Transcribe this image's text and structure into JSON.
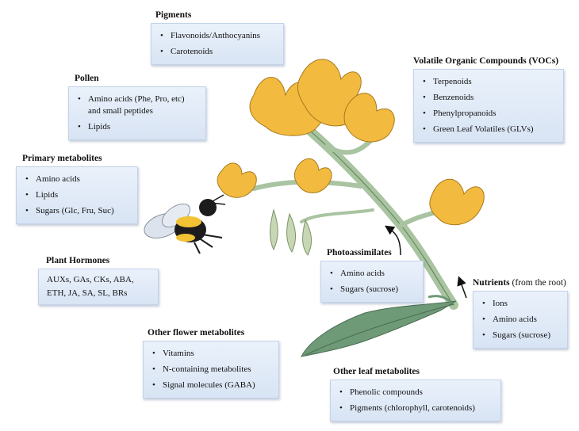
{
  "groups": {
    "pigments": {
      "title": "Pigments",
      "items": [
        "Flavonoids/Anthocyanins",
        "Carotenoids"
      ]
    },
    "vocs": {
      "title": "Volatile Organic Compounds (VOCs)",
      "items": [
        "Terpenoids",
        "Benzenoids",
        "Phenylpropanoids",
        "Green Leaf Volatiles (GLVs)"
      ]
    },
    "pollen": {
      "title": "Pollen",
      "items": [
        "Amino acids (Phe, Pro, etc) and small peptides",
        "Lipids"
      ]
    },
    "primary": {
      "title": "Primary metabolites",
      "items": [
        "Amino acids",
        "Lipids",
        "Sugars (Glc, Fru, Suc)"
      ]
    },
    "hormones": {
      "title": "Plant Hormones",
      "lines": [
        "AUXs, GAs, CKs, ABA,",
        "ETH, JA, SA, SL, BRs"
      ]
    },
    "photo": {
      "title": "Photoassimilates",
      "items": [
        "Amino acids",
        "Sugars (sucrose)"
      ]
    },
    "nutrients": {
      "title": "Nutrients",
      "note": "(from the root)",
      "items": [
        "Ions",
        "Amino acids",
        "Sugars (sucrose)"
      ]
    },
    "otherflower": {
      "title": "Other flower metabolites",
      "items": [
        "Vitamins",
        "N-containing metabolites",
        "Signal molecules (GABA)"
      ]
    },
    "otherleaf": {
      "title": "Other leaf metabolites",
      "items": [
        "Phenolic compounds",
        "Pigments (chlorophyll, carotenoids)"
      ]
    }
  },
  "colors": {
    "stem": "#a9c4a0",
    "leaf": "#6f9a78",
    "petal": "#f2bb3f",
    "sepal": "#c7d6b4",
    "bee_yellow": "#f0c234",
    "bee_black": "#1c1c1c",
    "wing": "#dde3ec"
  },
  "icons": [
    "bumblebee-icon",
    "tomato-flower-icon",
    "leaf-icon",
    "arrow-icon"
  ]
}
